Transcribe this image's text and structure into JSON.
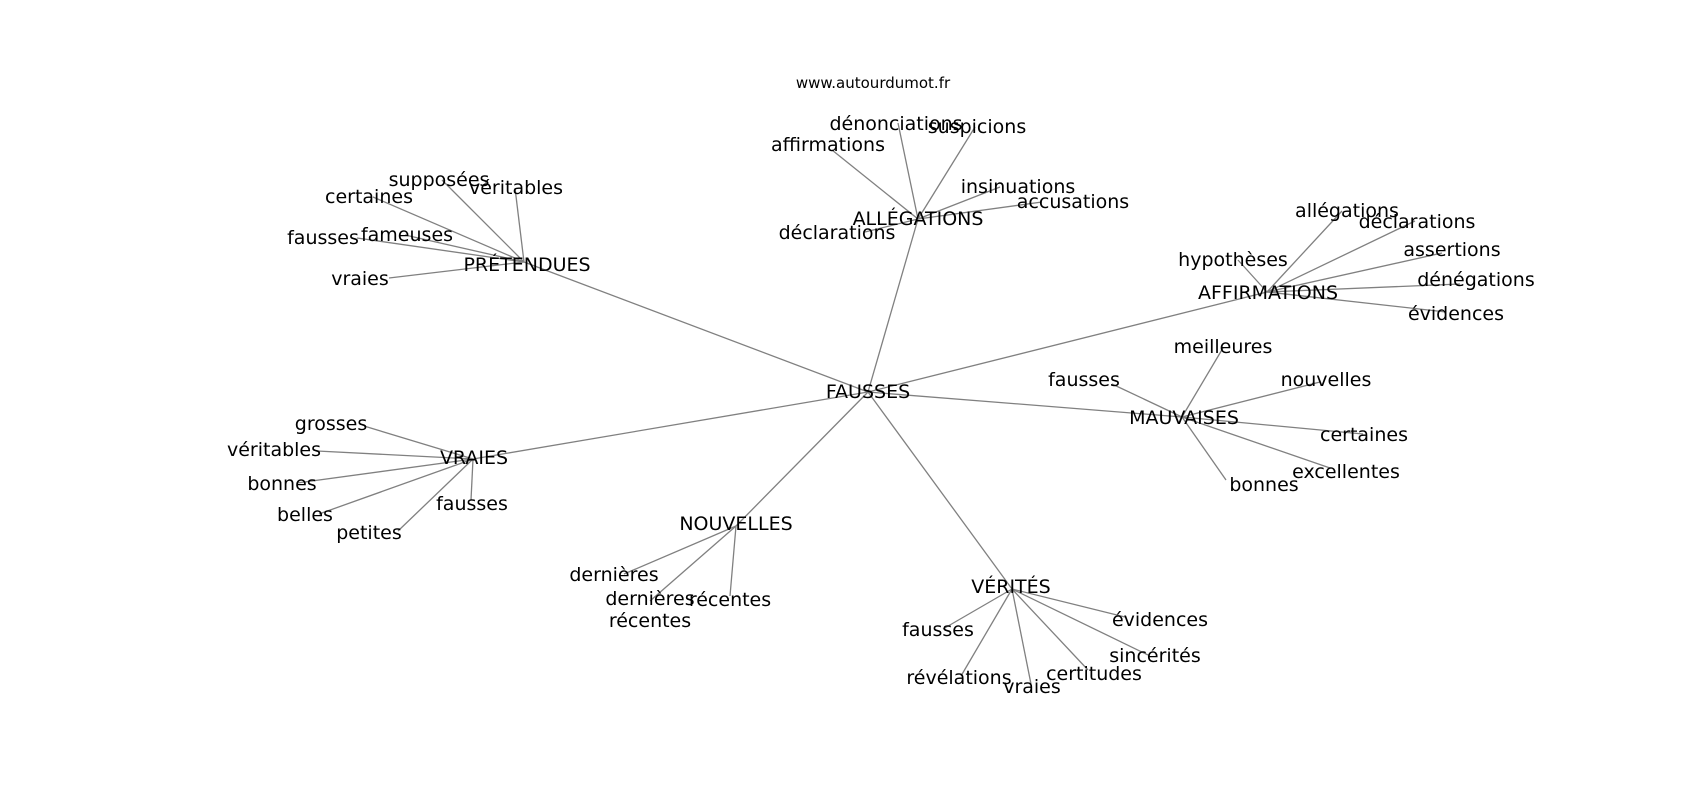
{
  "source_label": "www.autourdumot.fr",
  "graph": {
    "center": "FAUSSES",
    "hubs": [
      {
        "label": "PRÉTENDUES",
        "leaves": [
          "supposées",
          "véritables",
          "certaines",
          "fausses",
          "fameuses",
          "vraies"
        ]
      },
      {
        "label": "ALLÉGATIONS",
        "leaves": [
          "dénonciations",
          "suspicions",
          "affirmations",
          "insinuations",
          "accusations",
          "déclarations"
        ]
      },
      {
        "label": "AFFIRMATIONS",
        "leaves": [
          "allégations",
          "déclarations",
          "hypothèses",
          "assertions",
          "dénégations",
          "évidences"
        ]
      },
      {
        "label": "MAUVAISES",
        "leaves": [
          "meilleures",
          "fausses",
          "nouvelles",
          "certaines",
          "excellentes",
          "bonnes"
        ]
      },
      {
        "label": "VRAIES",
        "leaves": [
          "grosses",
          "véritables",
          "bonnes",
          "belles",
          "petites",
          "fausses"
        ]
      },
      {
        "label": "NOUVELLES",
        "leaves": [
          "dernières",
          "dernières récentes",
          "récentes"
        ]
      },
      {
        "label": "VÉRITÉS",
        "leaves": [
          "évidences",
          "fausses",
          "sincérités",
          "certitudes",
          "révélations",
          "vraies"
        ]
      }
    ]
  }
}
